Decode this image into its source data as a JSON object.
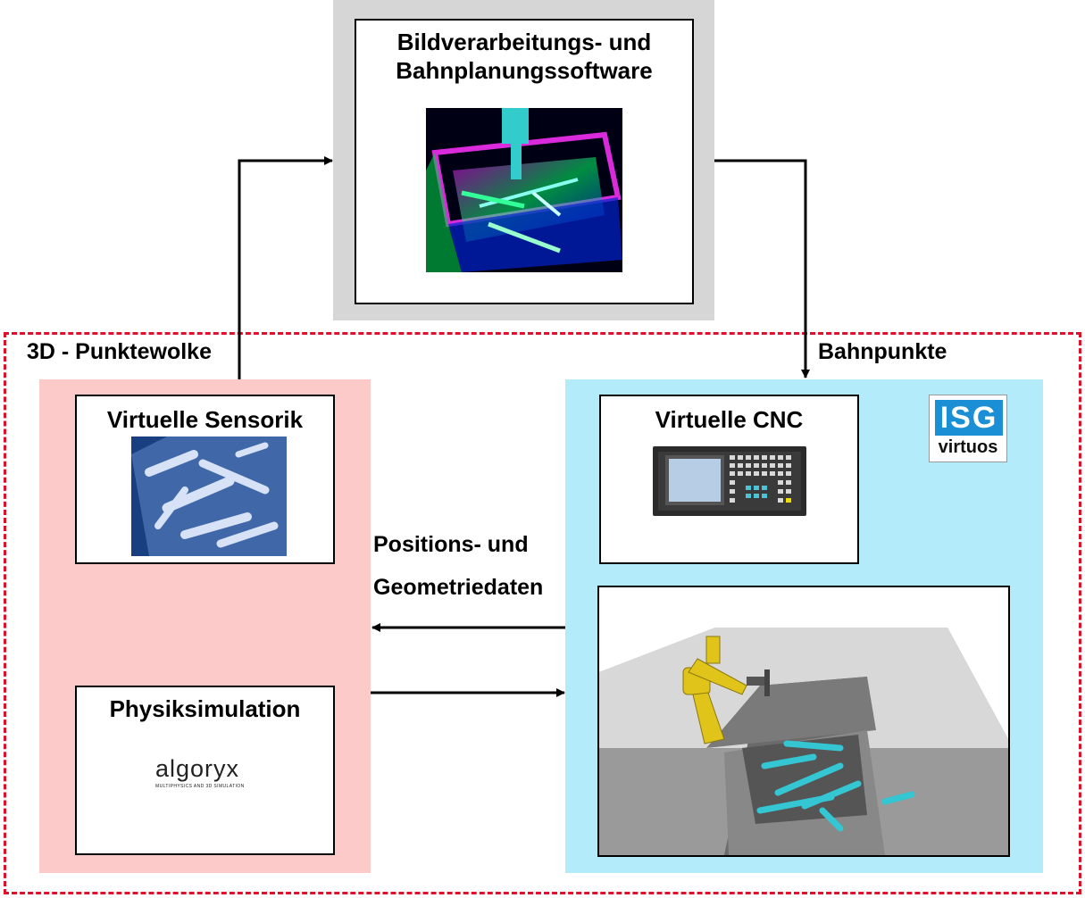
{
  "top_box": {
    "title_line1": "Bildverarbeitungs- und",
    "title_line2": "Bahnplanungssoftware",
    "image": "point-cloud-bin-visualization"
  },
  "labels": {
    "point_cloud": "3D - Punktewolke",
    "path_points": "Bahnpunkte",
    "position_line1": "Positions- und",
    "position_line2": "Geometriedaten"
  },
  "left_panel": {
    "sensor_title": "Virtuelle Sensorik",
    "physics_title": "Physiksimulation",
    "algoryx_logo": "algoryx",
    "algoryx_tagline": "MULTIPHYSICS AND 3D SIMULATION"
  },
  "right_panel": {
    "cnc_title": "Virtuelle CNC",
    "isg_logo_top": "ISG",
    "isg_logo_bottom": "virtuos",
    "robot_scene": "robot-bin-picking-simulation"
  },
  "colors": {
    "left_panel_bg": "#fdcaca",
    "right_panel_bg": "#b4ebfb",
    "top_panel_bg": "#d6d6d6",
    "dashed_border": "#e0102a",
    "isg_blue": "#1a8fd6"
  }
}
